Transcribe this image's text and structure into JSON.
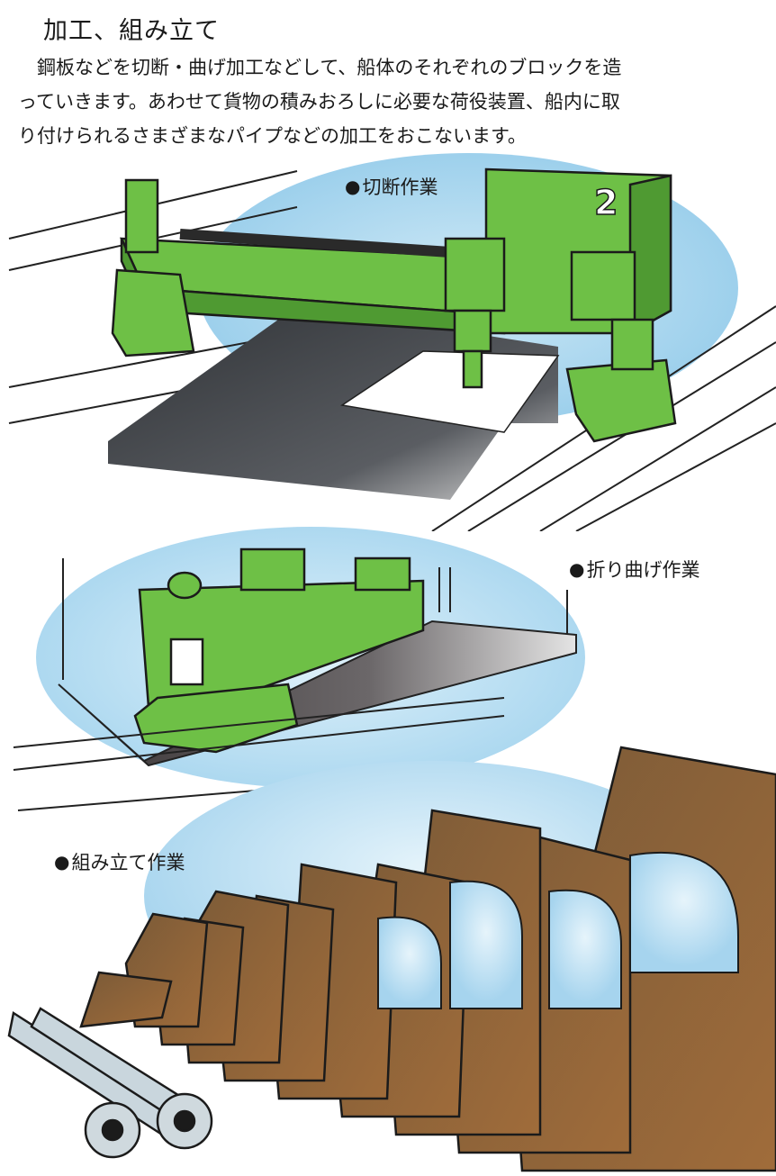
{
  "heading": {
    "title": "加工、組み立て"
  },
  "intro": {
    "lines": [
      "鋼板などを切断・曲げ加工などして、船体のそれぞれのブロックを造",
      "っていきます。あわせて貨物の積みおろしに必要な荷役装置、船内に取",
      "り付けられるさまざまなパイプなどの加工をおこないます。"
    ]
  },
  "sections": {
    "cutting": {
      "label": "切断作業",
      "machine_number": "2"
    },
    "bending": {
      "label": "折り曲げ作業"
    },
    "assembly": {
      "label": "組み立て作業"
    }
  },
  "bullet": "●",
  "colors": {
    "machine_green": "#6ec046",
    "machine_green_dark": "#4f9a32",
    "sky_blue": "#a9d7ef",
    "steel_plate_dark": "#3c3f44",
    "steel_plate_light": "#c9cacc",
    "rust_brown": "#8a6236",
    "rust_brown_light": "#b07a45"
  },
  "icons": {
    "bullet": "filled-circle-icon"
  }
}
